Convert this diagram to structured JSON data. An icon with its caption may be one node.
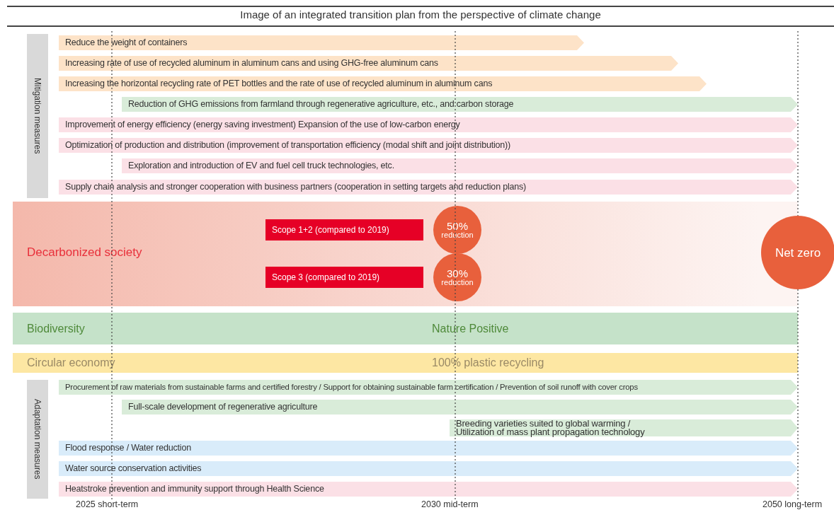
{
  "diagram": {
    "title": "Image of an integrated transition plan from the perspective of climate change",
    "nodes": [
      {
        "text": [
          "Mitigation measures"
        ]
      },
      {
        "text": [
          "Reduce the weight of containers"
        ]
      },
      {
        "text": [
          "Increasing rate of use of recycled aluminum in aluminum cans and using GHG-free aluminum cans"
        ]
      },
      {
        "text": [
          "Increasing the horizontal recycling rate of PET bottles and the rate of use of recycled aluminum in aluminum cans"
        ]
      },
      {
        "text": [
          "Reduction of GHG emissions from farmland through regenerative agriculture, etc., and carbon storage"
        ]
      },
      {
        "text": [
          "Improvement of energy efficiency (energy saving investment) Expansion of the use of low-carbon energy"
        ]
      },
      {
        "text": [
          "Optimization of production and distribution (improvement of transportation efficiency (modal shift and joint distribution))"
        ]
      },
      {
        "text": [
          "Exploration and introduction of EV and fuel cell truck technologies, etc."
        ]
      },
      {
        "text": [
          "Supply chain analysis and stronger cooperation with business partners (cooperation in setting targets and reduction plans)"
        ]
      },
      {
        "text": [
          "Decarbonized society"
        ]
      },
      {
        "text": [
          "Scope 1+2 (compared to 2019)"
        ],
        "in": 9
      },
      {
        "text": [
          "50%",
          "reduction"
        ],
        "in": 9
      },
      {
        "text": [
          "Scope 3 (compared to 2019)"
        ],
        "in": 9
      },
      {
        "text": [
          "30%",
          "reduction"
        ],
        "in": 9
      },
      {
        "text": [
          "Net zero"
        ]
      },
      {
        "text": [
          "Biodiversity",
          "Nature Positive"
        ]
      },
      {
        "text": [
          "Circular economy",
          "100% plastic recycling"
        ]
      },
      {
        "text": [
          "Adaptation measures"
        ]
      },
      {
        "text": [
          "Procurement of raw materials from sustainable farms and certified forestry / Support for obtaining sustainable farm certification / Prevention of soil runoff with cover crops"
        ]
      },
      {
        "text": [
          "Full-scale development of regenerative agriculture"
        ]
      },
      {
        "text": [
          "Breeding varieties suited to global warming / Utilization of mass plant propagation technology"
        ]
      },
      {
        "text": [
          "Flood response / Water reduction"
        ]
      },
      {
        "text": [
          "Water source conservation activities"
        ]
      },
      {
        "text": [
          "Heatstroke prevention and immunity support through Health Science"
        ]
      }
    ],
    "labels": [
      "2025 short-term",
      "2030 mid-term",
      "2050 long-term"
    ]
  }
}
